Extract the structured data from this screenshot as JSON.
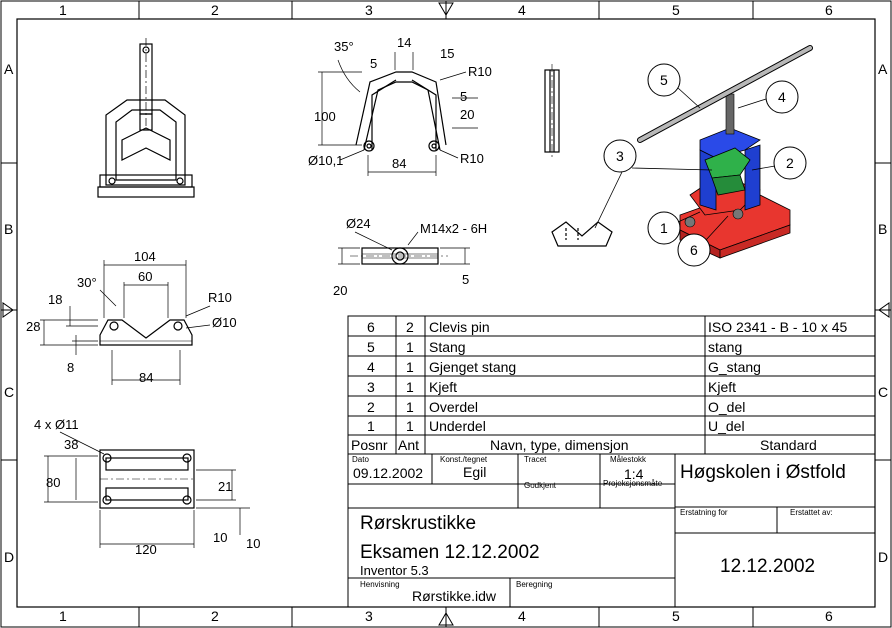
{
  "border": {
    "zones_top": [
      "1",
      "2",
      "3",
      "4",
      "5",
      "6"
    ],
    "zones_bottom": [
      "1",
      "2",
      "3",
      "4",
      "5",
      "6"
    ],
    "zones_left": [
      "A",
      "B",
      "C",
      "D"
    ],
    "zones_right": [
      "A",
      "B",
      "C",
      "D"
    ]
  },
  "dimensions": {
    "angle35": "35°",
    "d14": "14",
    "d15": "15",
    "d5a": "5",
    "r10a": "R10",
    "d100": "100",
    "d5b": "5",
    "d20a": "20",
    "d84a": "84",
    "dia10_1": "Ø10,1",
    "r10b": "R10",
    "dia24": "Ø24",
    "thread": "M14x2 - 6H",
    "d20b": "20",
    "d5c": "5",
    "d104": "104",
    "d60": "60",
    "angle30": "30°",
    "d18": "18",
    "d28": "28",
    "d8": "8",
    "r10c": "R10",
    "dia10": "Ø10",
    "d84b": "84",
    "holes": "4 x Ø11",
    "d38": "38",
    "d80": "80",
    "d21": "21",
    "d120": "120",
    "d10a": "10",
    "d10b": "10"
  },
  "balloons": [
    "5",
    "4",
    "3",
    "2",
    "1",
    "6"
  ],
  "parts_list": {
    "rows": [
      {
        "posnr": "6",
        "ant": "2",
        "name": "Clevis pin",
        "standard": "ISO 2341 - B - 10 x 45"
      },
      {
        "posnr": "5",
        "ant": "1",
        "name": "Stang",
        "standard": "stang"
      },
      {
        "posnr": "4",
        "ant": "1",
        "name": "Gjenget stang",
        "standard": "G_stang"
      },
      {
        "posnr": "3",
        "ant": "1",
        "name": "Kjeft",
        "standard": "Kjeft"
      },
      {
        "posnr": "2",
        "ant": "1",
        "name": "Overdel",
        "standard": "O_del"
      },
      {
        "posnr": "1",
        "ant": "1",
        "name": "Underdel",
        "standard": "U_del"
      }
    ],
    "header": {
      "posnr": "Posnr",
      "ant": "Ant",
      "name": "Navn, type, dimensjon",
      "standard": "Standard"
    }
  },
  "title_block": {
    "dato_label": "Dato",
    "dato": "09.12.2002",
    "konst_label": "Konst./tegnet",
    "konst": "Egil",
    "tracet_label": "Tracet",
    "malestokk_label": "Målestokk",
    "malestokk": "1:4",
    "godkjent_label": "Godkjent",
    "projeksjon_label": "Projeksjonsmåte",
    "school": "Høgskolen i Østfold",
    "title": "Rørskrustikke",
    "subtitle": "Eksamen 12.12.2002",
    "software": "Inventor 5.3",
    "erstatning_label": "Erstatning for",
    "erstattet_label": "Erstattet av:",
    "date_big": "12.12.2002",
    "henvisning_label": "Henvisning",
    "henvisning": "Rørstikke.idw",
    "beregning_label": "Beregning"
  },
  "colors": {
    "base": "#e8362f",
    "frame": "#1f3fd0",
    "jaw": "#2fb14a",
    "rod": "#b8b8b8"
  }
}
